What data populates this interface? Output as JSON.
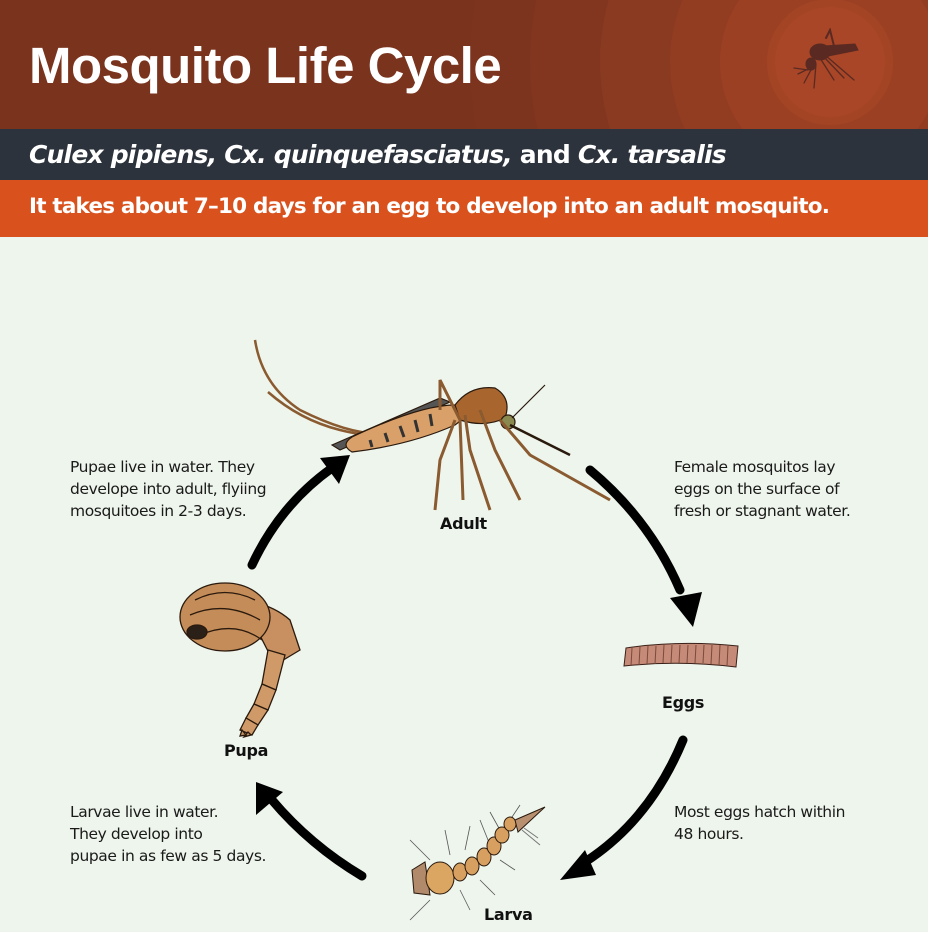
{
  "header": {
    "title": "Mosquito Life Cycle",
    "species": {
      "part1": "Culex pipiens, Cx. quinquefasciatus,",
      "joiner": " and ",
      "part2": "Cx. tarsalis"
    },
    "info": "It takes about 7–10 days for an egg to develop into an adult mosquito.",
    "icon": "mosquito-silhouette-icon"
  },
  "colors": {
    "title_band": "#7a331d",
    "species_band": "#2c333c",
    "info_band": "#d9521e",
    "background": "#eef5ec",
    "arrow": "#000000"
  },
  "stages": [
    {
      "id": "adult",
      "label": "Adult",
      "icon": "adult-mosquito-illustration",
      "description": [
        "Pupae live in water. They",
        "develope into adult, flyiing",
        "mosquitoes in 2-3 days."
      ]
    },
    {
      "id": "eggs",
      "label": "Eggs",
      "icon": "egg-raft-illustration",
      "description": [
        "Female mosquitos lay",
        "eggs on the surface of",
        "fresh or stagnant water."
      ]
    },
    {
      "id": "larva",
      "label": "Larva",
      "icon": "larva-illustration",
      "description": [
        "Most eggs hatch within",
        "48 hours."
      ]
    },
    {
      "id": "pupa",
      "label": "Pupa",
      "icon": "pupa-illustration",
      "description": [
        "Larvae live in water.",
        "They develop into",
        "pupae in as few as 5 days."
      ]
    }
  ],
  "cycle_arrows": [
    {
      "from": "adult",
      "to": "eggs"
    },
    {
      "from": "eggs",
      "to": "larva"
    },
    {
      "from": "larva",
      "to": "pupa"
    },
    {
      "from": "pupa",
      "to": "adult"
    }
  ]
}
